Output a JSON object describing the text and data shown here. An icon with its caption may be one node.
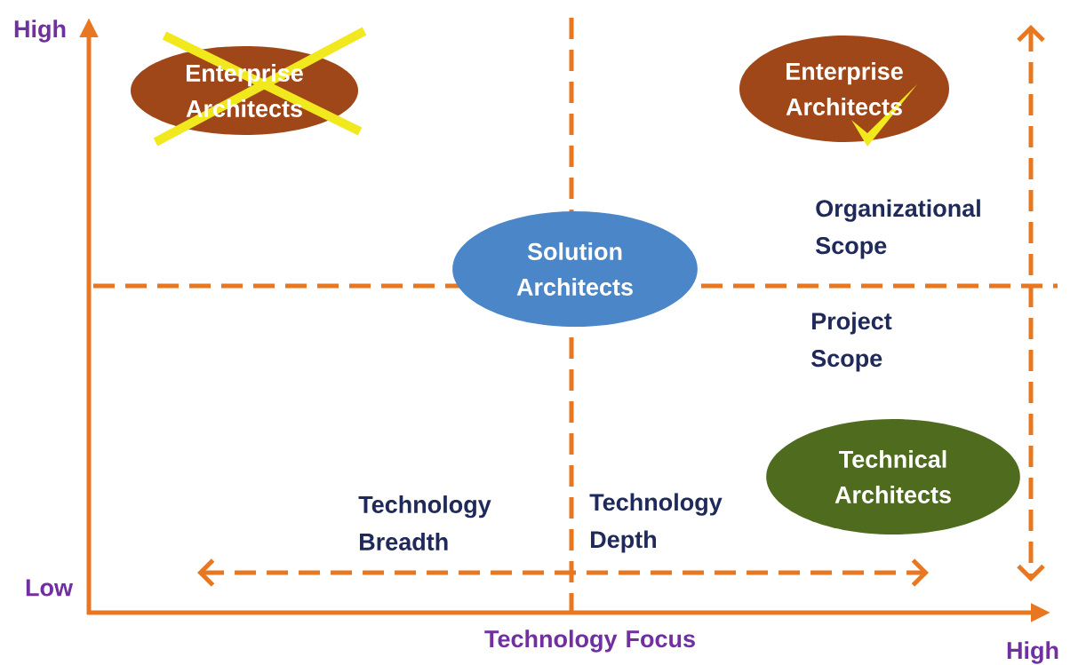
{
  "diagram": {
    "nodes": [
      {
        "text": [
          "Enterprise Architects"
        ]
      },
      {
        "text": [
          "Enterprise Architects"
        ]
      },
      {
        "text": [
          "Solution Architects"
        ]
      },
      {
        "text": [
          "Technical Architects"
        ]
      }
    ],
    "labels": [
      "High",
      "Organizational Scope",
      "Project Scope",
      "Technology Breadth",
      "Technology Depth",
      "Low",
      "Technology Focus",
      "High"
    ]
  }
}
